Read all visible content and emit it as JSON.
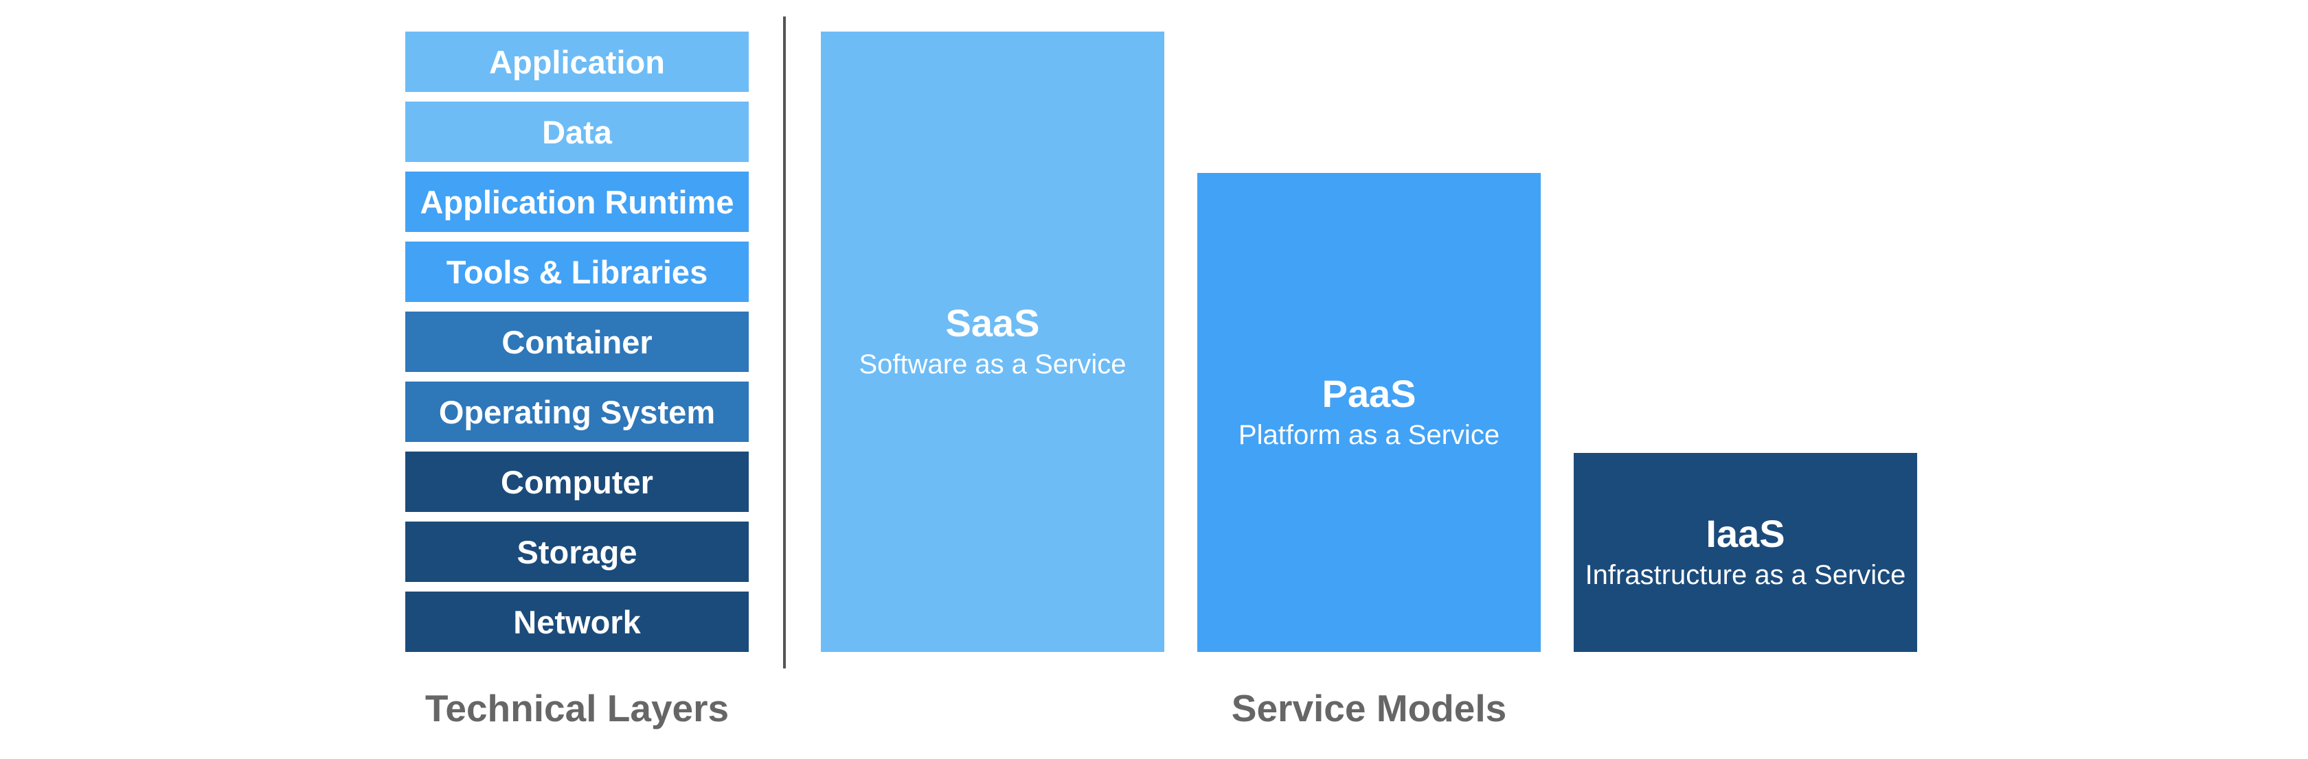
{
  "technical_layers": {
    "caption": "Technical Layers",
    "items": [
      {
        "label": "Application",
        "color": "#6dbcf6"
      },
      {
        "label": "Data",
        "color": "#6dbcf6"
      },
      {
        "label": "Application Runtime",
        "color": "#42a2f5"
      },
      {
        "label": "Tools & Libraries",
        "color": "#42a2f5"
      },
      {
        "label": "Container",
        "color": "#2e77b9"
      },
      {
        "label": "Operating System",
        "color": "#2e77b9"
      },
      {
        "label": "Computer",
        "color": "#1b4b7b"
      },
      {
        "label": "Storage",
        "color": "#1b4b7b"
      },
      {
        "label": "Network",
        "color": "#1b4b7b"
      }
    ]
  },
  "service_models": {
    "caption": "Service Models",
    "items": [
      {
        "abbr": "SaaS",
        "name": "Software as a Service",
        "color": "#6dbcf6"
      },
      {
        "abbr": "PaaS",
        "name": "Platform as a Service",
        "color": "#42a2f5"
      },
      {
        "abbr": "IaaS",
        "name": "Infrastructure as a Service",
        "color": "#1b4b7b"
      }
    ]
  }
}
